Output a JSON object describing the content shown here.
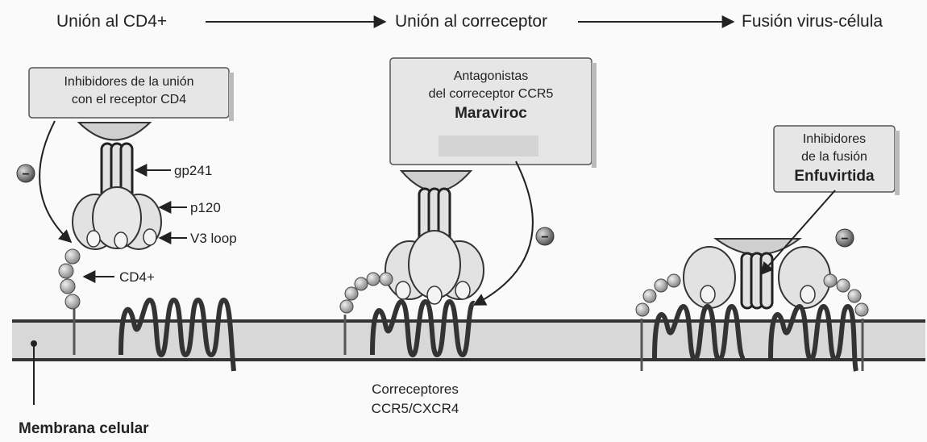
{
  "stages": {
    "binding": "Unión al CD4+",
    "coreceptor": "Unión al correceptor",
    "fusion": "Fusión virus-célula"
  },
  "boxes": {
    "cd4_inhibitors": {
      "line1": "Inhibidores de la unión",
      "line2": "con el receptor CD4"
    },
    "ccr5_antagonists": {
      "line1": "Antagonistas",
      "line2": "del correceptor CCR5",
      "drug": "Maraviroc"
    },
    "fusion_inhibitors": {
      "line1": "Inhibidores",
      "line2": "de la fusión",
      "drug": "Enfuvirtida"
    }
  },
  "labels": {
    "gp": "gp241",
    "p120": "p120",
    "v3": "V3 loop",
    "cd4": "CD4+",
    "coreceptors_line1": "Correceptores",
    "coreceptors_line2": "CCR5/CXCR4",
    "membrane": "Membrana celular"
  },
  "inhibit_symbol": "−",
  "colors": {
    "line": "#222222",
    "membrane_fill": "#d8d8d8",
    "box_fill": "#e6e6e6",
    "protein_fill": "#e2e2e2",
    "bead_fill": "#9a9a9a"
  }
}
